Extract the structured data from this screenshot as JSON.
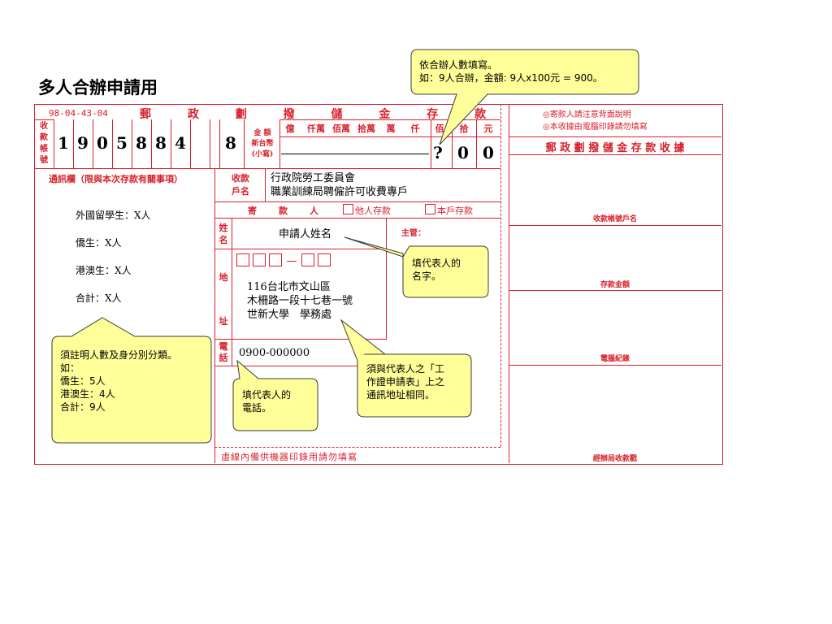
{
  "page_title": "多人合辦申請用",
  "form": {
    "date_code": "98-04-43-04",
    "header_title": "郵 政 劃 撥 儲 金 存 款",
    "account_label": [
      "收",
      "款",
      "帳",
      "號"
    ],
    "account_digits": [
      "1",
      "9",
      "0",
      "5",
      "8",
      "8",
      "4",
      "8"
    ],
    "amount_label": [
      "金 額",
      "新台幣",
      "(小寫)"
    ],
    "amount_units": [
      "億",
      "仟萬",
      "佰萬",
      "拾萬",
      "萬",
      "仟",
      "佰",
      "拾",
      "元"
    ],
    "amount_digits": [
      "?",
      "0",
      "0"
    ],
    "memo_header": "通訊欄（限與本次存款有關事項）",
    "memo_lines": [
      "外國留學生：X人",
      "僑生：X人",
      "港澳生：X人",
      "合計：X人"
    ],
    "payee_label": [
      "收款",
      "戶名"
    ],
    "payee_name": [
      "行政院勞工委員會",
      "職業訓練局聘僱許可收費專戶"
    ],
    "sender_header": "寄　款　人",
    "sender_option_other": "他人存款",
    "sender_option_self": "本戶存款",
    "name_label": [
      "姓",
      "名"
    ],
    "name_value": "申請人姓名",
    "supervisor_label": "主管：",
    "address_label": [
      "地",
      "址"
    ],
    "address_lines": [
      "116台北市文山區",
      "木柵路一段十七巷一號",
      "世新大學　學務處"
    ],
    "phone_label": [
      "電",
      "話"
    ],
    "phone_value": "0900-000000",
    "footer_note": "虛線內備供機器印錄用請勿填寫",
    "receipt": {
      "notes": [
        "◎寄款人請注意背面說明",
        "◎本收據由電腦印錄請勿填寫"
      ],
      "title": "郵 政 劃 撥 儲 金 存 款 收 據",
      "account_name": "收款帳號戶名",
      "deposit_amount": "存款金額",
      "computer_record": "電腦紀錄",
      "office_stamp": "經辦局收款戳"
    }
  },
  "callouts": {
    "top": [
      "依合辦人數填寫。",
      "如：9人合辦，金額: 9人x100元 = 900。"
    ],
    "left": [
      "須註明人數及身分別分類。",
      "如：",
      "僑生：5人",
      "港澳生：4人",
      "合計：9人"
    ],
    "name": [
      "填代表人的",
      "名字。"
    ],
    "address": [
      "須與代表人之「工",
      "作證申請表」上之",
      "通訊地址相同。"
    ],
    "phone": [
      "填代表人的",
      "電話。"
    ]
  },
  "colors": {
    "form_red": "#d8202a",
    "callout_fill": "#ffff99",
    "callout_border": "#3a3a3a"
  }
}
